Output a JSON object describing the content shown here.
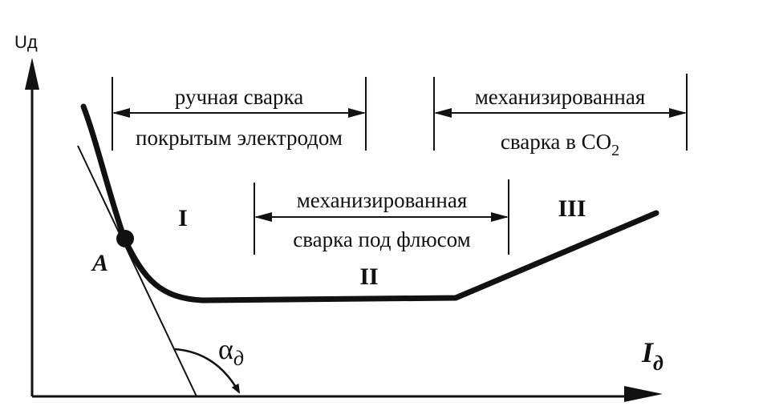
{
  "axes": {
    "y_label": "Uд",
    "x_label_main": "I",
    "x_label_sub": "д"
  },
  "point": {
    "label": "A"
  },
  "angle": {
    "symbol": "α",
    "sub": "д"
  },
  "regions": {
    "r1": "I",
    "r2": "II",
    "r3": "III"
  },
  "ranges": {
    "manual": {
      "line1": "ручная сварка",
      "line2": "покрытым электродом"
    },
    "submerged": {
      "line1": "механизированная",
      "line2": "сварка под флюсом"
    },
    "co2": {
      "line1": "механизированная",
      "line2_main": "сварка в CO",
      "line2_sub": "2"
    }
  },
  "colors": {
    "ink": "#111111",
    "background": "#ffffff"
  }
}
